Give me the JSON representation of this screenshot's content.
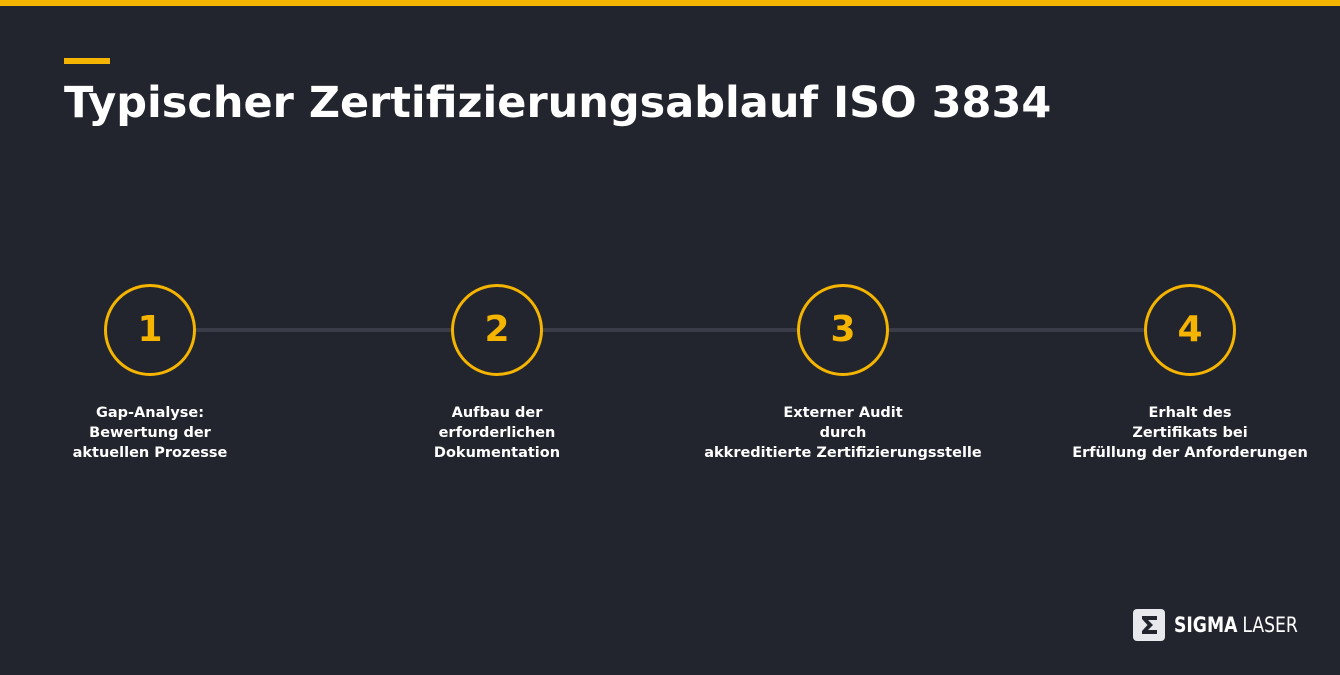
{
  "colors": {
    "background": "#22252e",
    "accent": "#f4b400",
    "connector": "#3a3d47",
    "text": "#ffffff"
  },
  "title": "Typischer Zertifizierungsablauf ISO 3834",
  "steps": [
    {
      "number": "1",
      "lines": [
        "Gap-Analyse:",
        "Bewertung der",
        "aktuellen Prozesse"
      ]
    },
    {
      "number": "2",
      "lines": [
        "Aufbau der",
        "erforderlichen",
        "Dokumentation"
      ]
    },
    {
      "number": "3",
      "lines": [
        "Externer Audit",
        "durch",
        "akkreditierte Zertifizierungsstelle"
      ]
    },
    {
      "number": "4",
      "lines": [
        "Erhalt des",
        "Zertifikats bei",
        "Erfüllung der Anforderungen"
      ]
    }
  ],
  "logo": {
    "icon": "sigma-logo-icon",
    "brand_strong": "SIGMA",
    "brand_light": "LASER"
  }
}
